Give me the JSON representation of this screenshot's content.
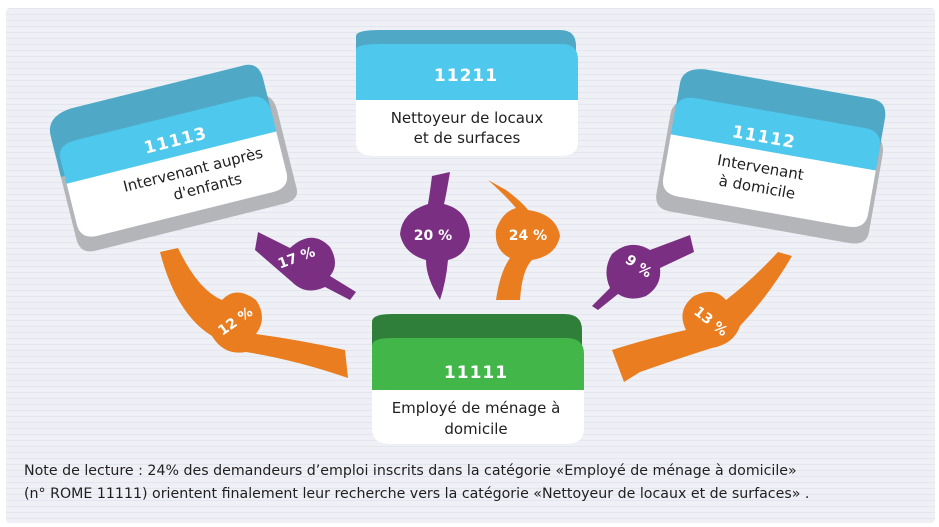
{
  "colors": {
    "blue_top": "#4fa9c6",
    "blue_face": "#4ec8ec",
    "green_top": "#2f7f3a",
    "green_face": "#43b649",
    "gray_side": "#b3b5b9",
    "purple": "#7a2f82",
    "orange": "#e97d1f"
  },
  "nodes": {
    "top": {
      "code": "11211",
      "line1": "Nettoyeur de locaux",
      "line2": "et de surfaces"
    },
    "left": {
      "code": "11113",
      "line1": "Intervenant auprès",
      "line2": "d'enfants"
    },
    "right": {
      "code": "11112",
      "line1": "Intervenant",
      "line2": "à domicile"
    },
    "bottom": {
      "code": "11111",
      "line1": "Employé de ménage à",
      "line2": "domicile"
    }
  },
  "flows": {
    "to_left": {
      "value": "17 %"
    },
    "from_left": {
      "value": "12 %"
    },
    "to_top": {
      "value": "20 %"
    },
    "from_top": {
      "value": "24 %"
    },
    "to_right": {
      "value": "9 %"
    },
    "from_right": {
      "value": "13 %"
    }
  },
  "note": {
    "line1": "Note de lecture : 24% des demandeurs d’emploi inscrits dans la catégorie «Employé de ménage à domicile»",
    "line2": "(n° ROME 11111) orientent finalement leur recherche vers la catégorie «Nettoyeur de locaux et de surfaces» ."
  }
}
